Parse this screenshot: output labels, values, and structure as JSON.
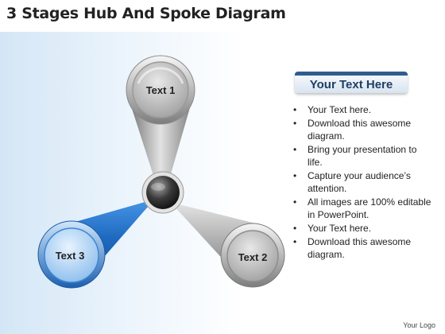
{
  "title": "3 Stages Hub And Spoke Diagram",
  "diagram": {
    "nodes": [
      {
        "id": "text1",
        "label": "Text 1",
        "color": "#a8a8a8"
      },
      {
        "id": "text2",
        "label": "Text 2",
        "color": "#a8a8a8"
      },
      {
        "id": "text3",
        "label": "Text 3",
        "color": "#2d7ad1"
      }
    ],
    "hub_color": "#2b2b2b"
  },
  "side_panel": {
    "header": "Your Text Here",
    "bullets": [
      "Your Text here.",
      "Download this awesome diagram.",
      "Bring your presentation to life.",
      "Capture your audience’s attention.",
      "All images are 100% editable in PowerPoint.",
      "Your Text here.",
      "Download this awesome diagram."
    ]
  },
  "footer": {
    "logo": "Your Logo"
  }
}
